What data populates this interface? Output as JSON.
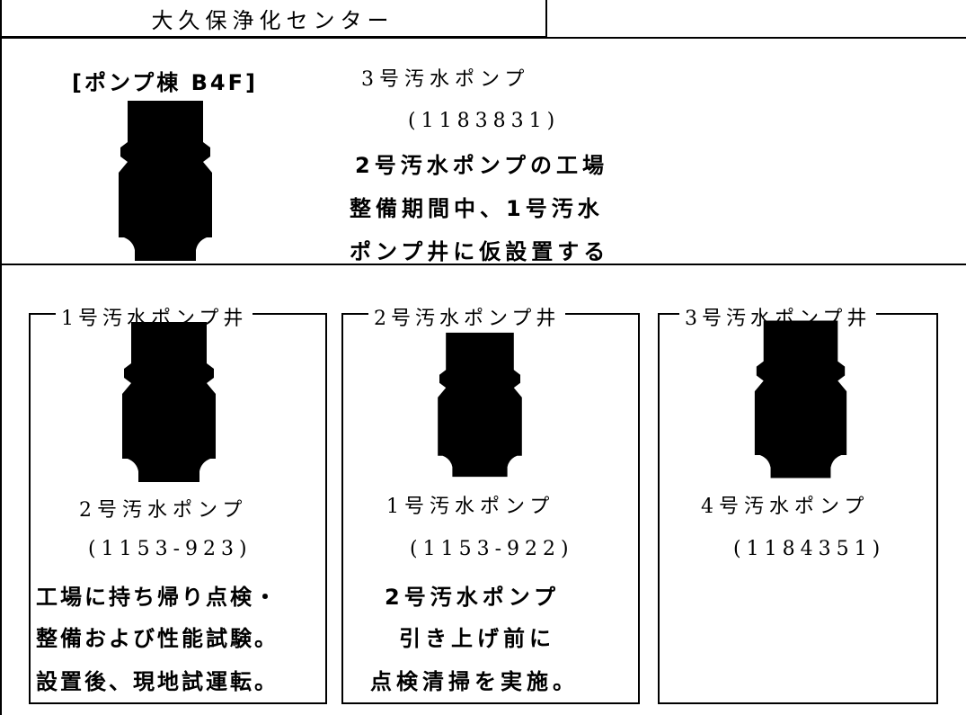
{
  "header": {
    "facility": "大久保浄化センター"
  },
  "top": {
    "location": "[ポンプ棟 B4F]",
    "pump_name": "3号汚水ポンプ",
    "pump_id": "(1183831)",
    "note_lines": [
      "2号汚水ポンプの工場",
      "整備期間中、1号汚水",
      "ポンプ井に仮設置する"
    ]
  },
  "pits": [
    {
      "label": "1号汚水ポンプ井",
      "pump_name": "2号汚水ポンプ",
      "pump_id": "(1153-923)",
      "note_lines": [
        "工場に持ち帰り点検・",
        "整備および性能試験。",
        "設置後、現地試運転。"
      ]
    },
    {
      "label": "2号汚水ポンプ井",
      "pump_name": "1号汚水ポンプ",
      "pump_id": "(1153-922)",
      "note_lines": [
        "2号汚水ポンプ",
        "引き上げ前に",
        "点検清掃を実施。"
      ]
    },
    {
      "label": "3号汚水ポンプ井",
      "pump_name": "4号汚水ポンプ",
      "pump_id": "(1184351)",
      "note_lines": []
    }
  ]
}
